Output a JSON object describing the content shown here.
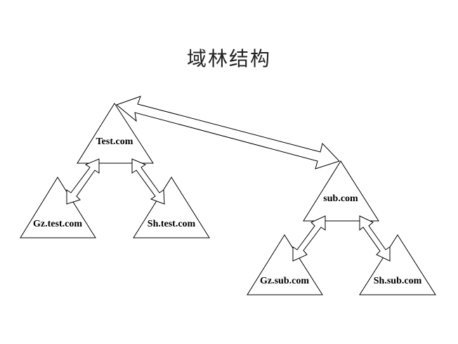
{
  "title": "域林结构",
  "nodes": {
    "test_com": "Test.com",
    "gz_test_com": "Gz.test.com",
    "sh_test_com": "Sh.test.com",
    "sub_com": "sub.com",
    "gz_sub_com": "Gz.sub.com",
    "sh_sub_com": "Sh.sub.com"
  },
  "links": [
    [
      "test_com",
      "sub_com"
    ],
    [
      "test_com",
      "gz_test_com"
    ],
    [
      "test_com",
      "sh_test_com"
    ],
    [
      "sub_com",
      "gz_sub_com"
    ],
    [
      "sub_com",
      "sh_sub_com"
    ]
  ]
}
